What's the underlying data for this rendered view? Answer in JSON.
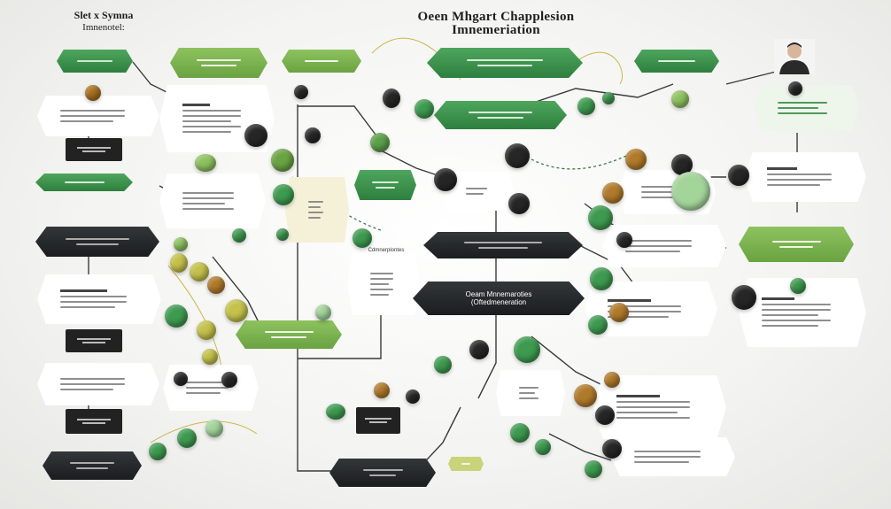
{
  "title": [
    "Oeen Mhgart Chapplesion",
    "Imnemeriation"
  ],
  "corner_title": [
    "Slet x Symna",
    "Imnenotel:"
  ],
  "colors": {
    "green": "#3d9a4f",
    "light_green": "#7bb350",
    "dark": "#25282a",
    "bronze": "#b07a2a",
    "line": "#333333"
  },
  "center_box": [
    "Oeam Mnnemaroties",
    "(Oftedmeneration"
  ],
  "mid_label": "Cdmnerplontes",
  "icons": [
    "person-avatar-icon"
  ]
}
